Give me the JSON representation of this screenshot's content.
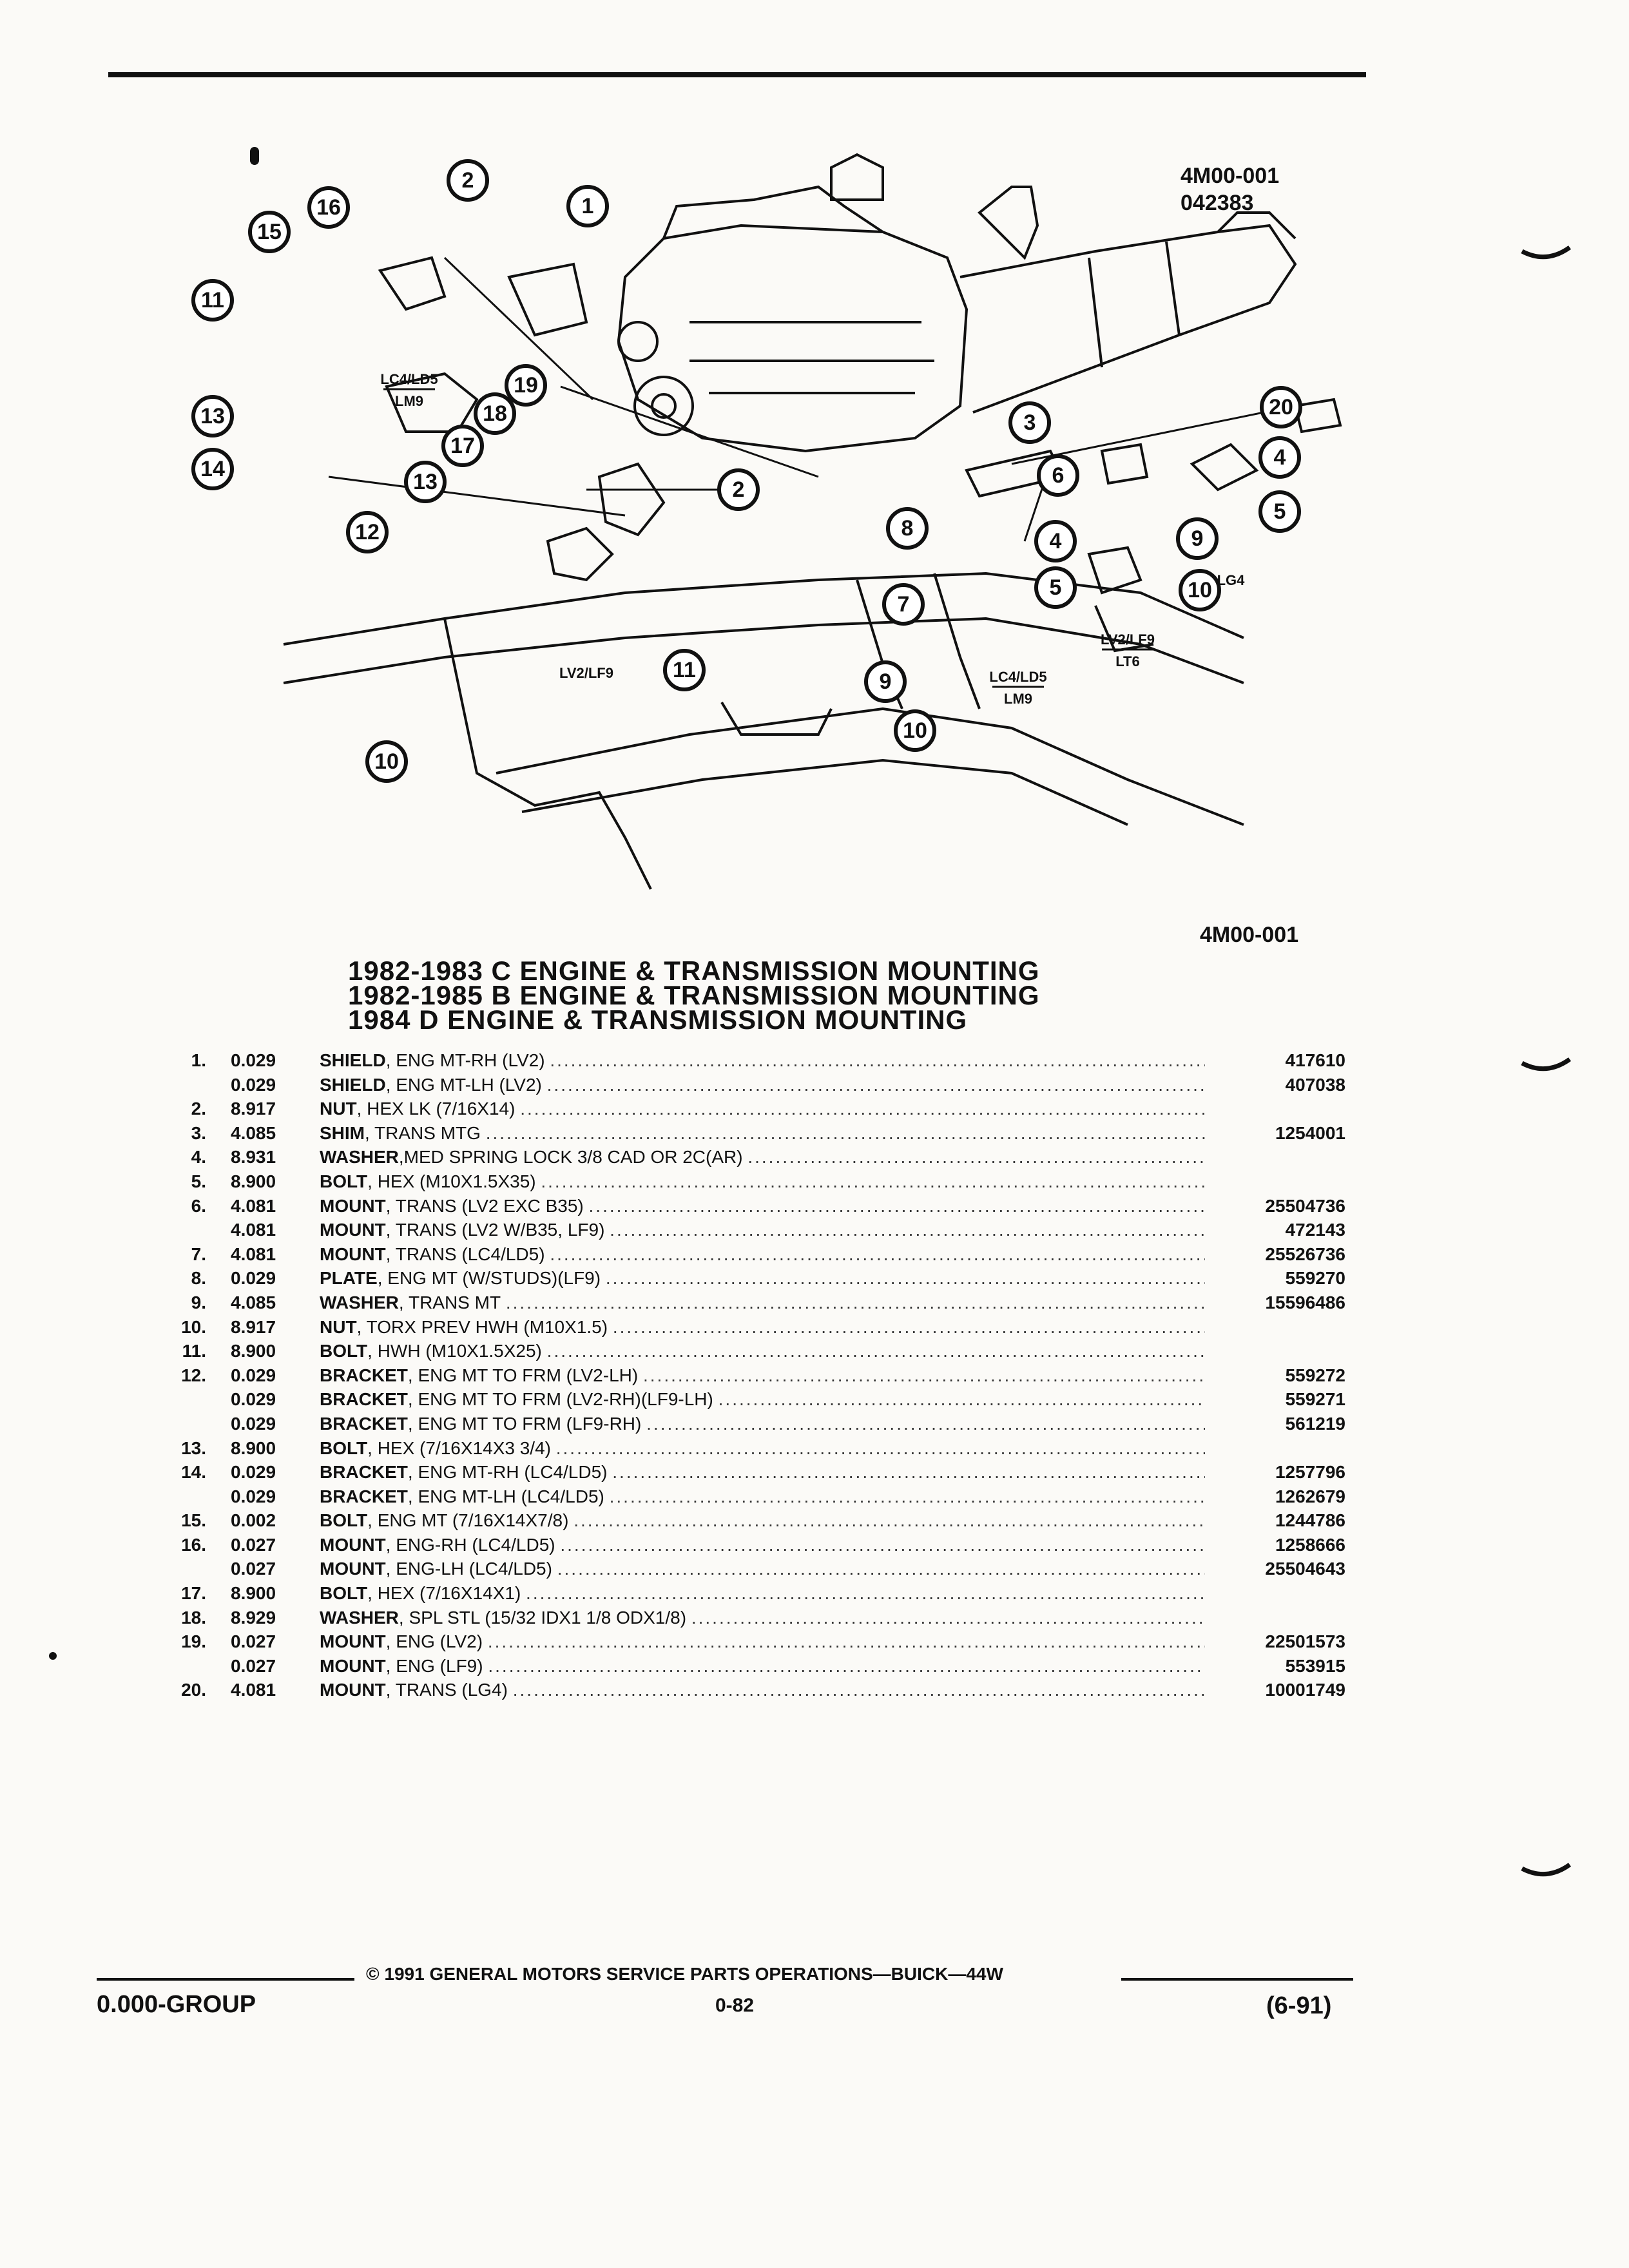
{
  "figure": {
    "code_top": "4M00-001",
    "code_top_2": "042383",
    "code_bottom": "4M00-001",
    "engine_labels": {
      "lc4_ld5": "LC4/LD5",
      "lm9": "LM9",
      "lv2_lf9": "LV2/LF9",
      "lt6": "LT6",
      "lg4": "LG4"
    },
    "callouts": [
      "1",
      "2",
      "3",
      "4",
      "5",
      "6",
      "7",
      "8",
      "9",
      "10",
      "11",
      "12",
      "13",
      "14",
      "15",
      "16",
      "17",
      "18",
      "19",
      "20"
    ]
  },
  "titles": [
    "1982-1983 C ENGINE & TRANSMISSION MOUNTING",
    "1982-1985 B ENGINE & TRANSMISSION MOUNTING",
    "1984 D ENGINE & TRANSMISSION MOUNTING"
  ],
  "parts": [
    {
      "num": "1.",
      "group": "0.029",
      "name": "SHIELD",
      "spec": ", ENG MT-RH (LV2)",
      "part": "417610"
    },
    {
      "num": "",
      "group": "0.029",
      "name": "SHIELD",
      "spec": ", ENG MT-LH (LV2)",
      "part": "407038"
    },
    {
      "num": "2.",
      "group": "8.917",
      "name": "NUT",
      "spec": ", HEX LK (7/16X14)",
      "part": ""
    },
    {
      "num": "3.",
      "group": "4.085",
      "name": "SHIM",
      "spec": ", TRANS MTG",
      "part": "1254001"
    },
    {
      "num": "4.",
      "group": "8.931",
      "name": "WASHER",
      "spec": ",MED SPRING LOCK 3/8 CAD OR 2C(AR)",
      "part": ""
    },
    {
      "num": "5.",
      "group": "8.900",
      "name": "BOLT",
      "spec": ", HEX (M10X1.5X35)",
      "part": ""
    },
    {
      "num": "6.",
      "group": "4.081",
      "name": "MOUNT",
      "spec": ", TRANS (LV2 EXC B35)",
      "part": "25504736"
    },
    {
      "num": "",
      "group": "4.081",
      "name": "MOUNT",
      "spec": ", TRANS (LV2 W/B35, LF9)",
      "part": "472143"
    },
    {
      "num": "7.",
      "group": "4.081",
      "name": "MOUNT",
      "spec": ", TRANS (LC4/LD5)",
      "part": "25526736"
    },
    {
      "num": "8.",
      "group": "0.029",
      "name": "PLATE",
      "spec": ", ENG MT (W/STUDS)(LF9)",
      "part": "559270"
    },
    {
      "num": "9.",
      "group": "4.085",
      "name": "WASHER",
      "spec": ", TRANS MT",
      "part": "15596486"
    },
    {
      "num": "10.",
      "group": "8.917",
      "name": "NUT",
      "spec": ", TORX PREV HWH (M10X1.5)",
      "part": ""
    },
    {
      "num": "11.",
      "group": "8.900",
      "name": "BOLT",
      "spec": ", HWH (M10X1.5X25)",
      "part": ""
    },
    {
      "num": "12.",
      "group": "0.029",
      "name": "BRACKET",
      "spec": ", ENG MT TO FRM (LV2-LH)",
      "part": "559272"
    },
    {
      "num": "",
      "group": "0.029",
      "name": "BRACKET",
      "spec": ", ENG MT TO FRM (LV2-RH)(LF9-LH)",
      "part": "559271"
    },
    {
      "num": "",
      "group": "0.029",
      "name": "BRACKET",
      "spec": ", ENG MT TO FRM (LF9-RH)",
      "part": "561219"
    },
    {
      "num": "13.",
      "group": "8.900",
      "name": "BOLT",
      "spec": ", HEX (7/16X14X3 3/4)",
      "part": ""
    },
    {
      "num": "14.",
      "group": "0.029",
      "name": "BRACKET",
      "spec": ", ENG MT-RH (LC4/LD5)",
      "part": "1257796"
    },
    {
      "num": "",
      "group": "0.029",
      "name": "BRACKET",
      "spec": ", ENG MT-LH (LC4/LD5)",
      "part": "1262679"
    },
    {
      "num": "15.",
      "group": "0.002",
      "name": "BOLT",
      "spec": ", ENG MT (7/16X14X7/8)",
      "part": "1244786"
    },
    {
      "num": "16.",
      "group": "0.027",
      "name": "MOUNT",
      "spec": ", ENG-RH (LC4/LD5)",
      "part": "1258666"
    },
    {
      "num": "",
      "group": "0.027",
      "name": "MOUNT",
      "spec": ", ENG-LH (LC4/LD5)",
      "part": "25504643"
    },
    {
      "num": "17.",
      "group": "8.900",
      "name": "BOLT",
      "spec": ", HEX (7/16X14X1)",
      "part": ""
    },
    {
      "num": "18.",
      "group": "8.929",
      "name": "WASHER",
      "spec": ", SPL STL (15/32 IDX1 1/8 ODX1/8)",
      "part": ""
    },
    {
      "num": "19.",
      "group": "0.027",
      "name": "MOUNT",
      "spec": ", ENG (LV2)",
      "part": "22501573"
    },
    {
      "num": "",
      "group": "0.027",
      "name": "MOUNT",
      "spec": ", ENG (LF9)",
      "part": "553915"
    },
    {
      "num": "20.",
      "group": "4.081",
      "name": "MOUNT",
      "spec": ", TRANS (LG4)",
      "part": "10001749"
    }
  ],
  "footer": {
    "copyright": "© 1991 GENERAL MOTORS SERVICE PARTS OPERATIONS—BUICK—44W",
    "group": "0.000-GROUP",
    "page": "0-82",
    "date": "(6-91)"
  }
}
